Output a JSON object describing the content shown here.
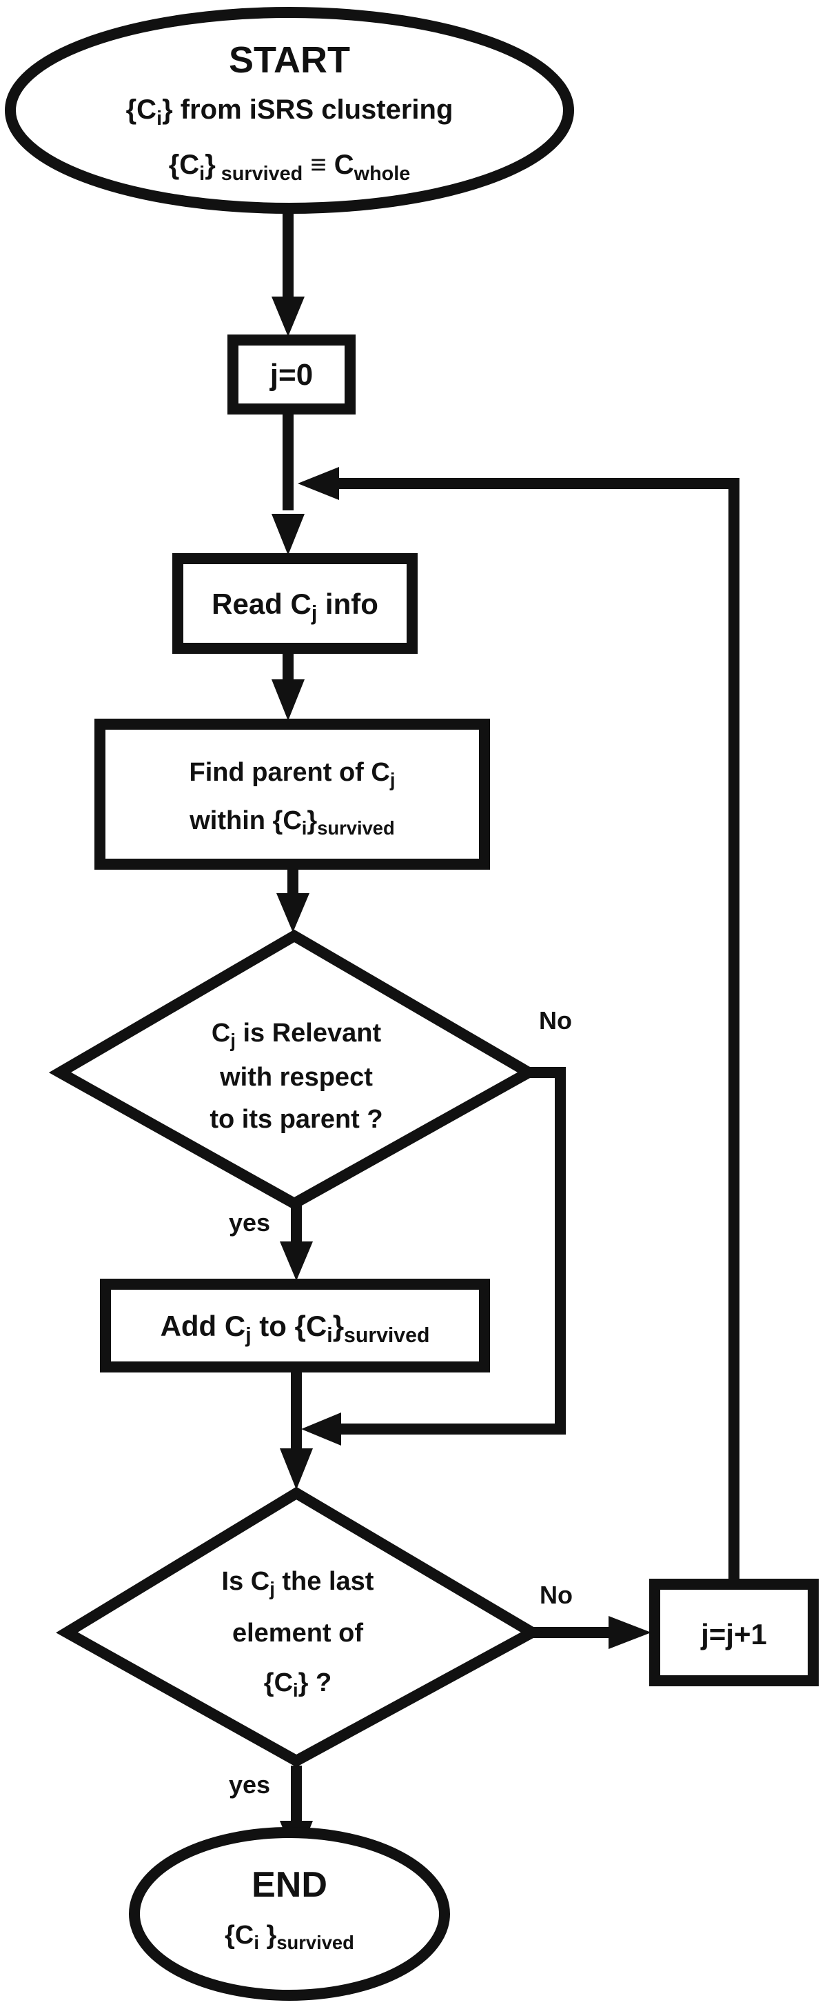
{
  "start": {
    "title": "START",
    "line1": {
      "a": "{C",
      "sub": "i",
      "b": "} from  iSRS clustering"
    },
    "line2": {
      "a": "{C",
      "sub1": "i",
      "b": "}",
      "sub2": " survived",
      "c": " ≡ C",
      "sub3": "whole"
    }
  },
  "init": {
    "label": "j=0"
  },
  "read": {
    "a": "Read C",
    "sub": "j",
    "b": " info"
  },
  "find": {
    "line1": {
      "a": "Find parent of C",
      "sub": "j"
    },
    "line2": {
      "a": "within {C",
      "sub1": "i",
      "b": "}",
      "sub2": "survived"
    }
  },
  "relevant": {
    "line1": {
      "a": "C",
      "sub": "j",
      "b": " is Relevant"
    },
    "line2": "with respect",
    "line3": "to its parent ?",
    "no_label": "No",
    "yes_label": "yes"
  },
  "add": {
    "a": "Add C",
    "sub1": "j",
    "b": " to {C",
    "sub2": "i",
    "c": "}",
    "sub3": "survived"
  },
  "last": {
    "line1": {
      "a": "Is C",
      "sub": "j",
      "b": "  the last"
    },
    "line2": "element of",
    "line3": {
      "a": "{C",
      "sub": "i",
      "b": "} ?"
    },
    "no_label": "No",
    "yes_label": "yes"
  },
  "increment": {
    "label": "j=j+1"
  },
  "end": {
    "title": "END",
    "line1": {
      "a": "{C",
      "sub": "i",
      "b": " }",
      "sub2": "survived"
    }
  }
}
